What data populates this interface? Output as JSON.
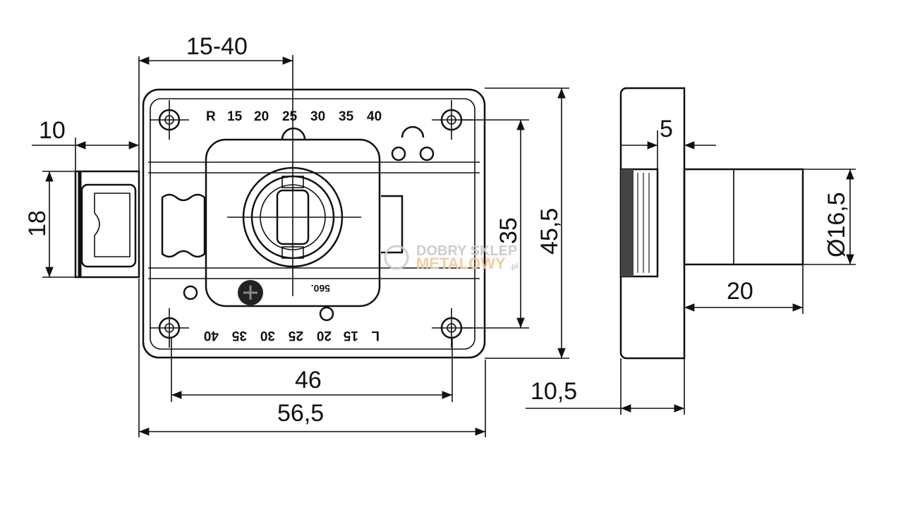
{
  "drawing": {
    "dimensions": {
      "backset_range": "15-40",
      "bolt_throw": "10",
      "bolt_height": "18",
      "hole_spacing_vertical": "35",
      "total_height": "45,5",
      "hole_spacing_horizontal": "46",
      "total_width": "56,5",
      "flange_thickness": "5",
      "cylinder_diameter": "Ø16,5",
      "cylinder_length": "20",
      "body_depth": "10,5"
    },
    "scale_top": [
      "R",
      "15",
      "20",
      "25",
      "30",
      "35",
      "40"
    ],
    "scale_bottom": [
      "L",
      "15",
      "20",
      "25",
      "30",
      "35",
      "40"
    ],
    "part_marking": "560."
  },
  "watermark": {
    "line1": "DOBRY SKLEP",
    "line2": "METALOWY",
    "suffix": ".pl"
  }
}
